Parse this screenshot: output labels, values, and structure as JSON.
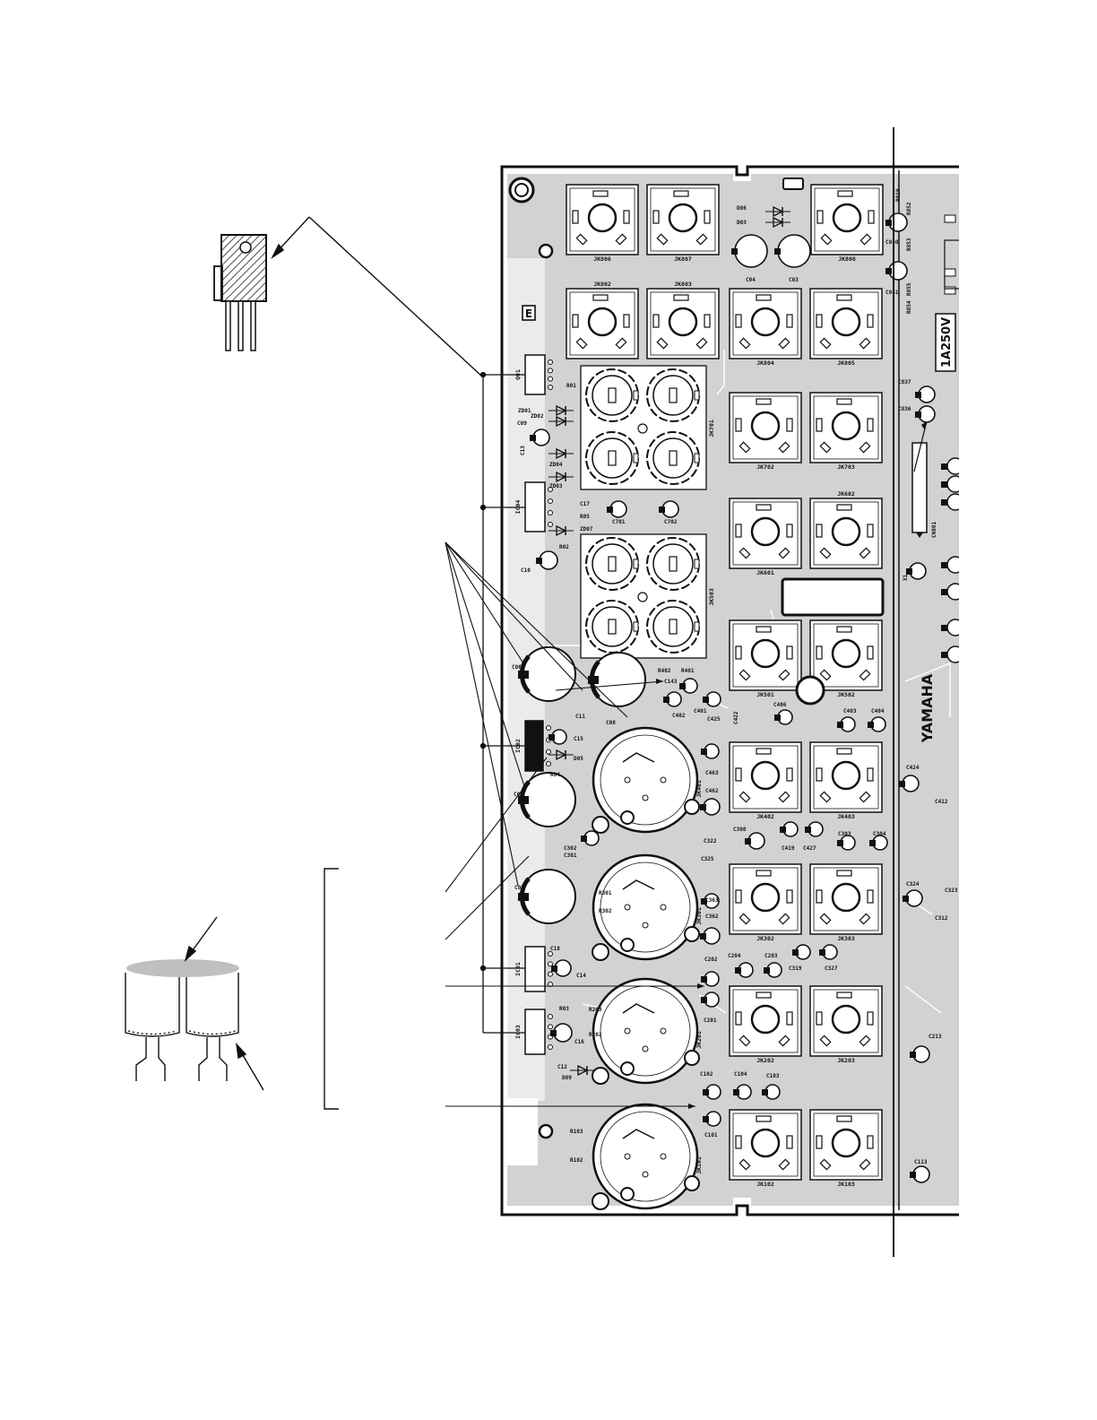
{
  "board": {
    "brand": "YAMAHA",
    "fuse_rating": "1A250V",
    "side_mark": "E"
  },
  "jacks_square": [
    {
      "ref": "JK806"
    },
    {
      "ref": "JK807"
    },
    {
      "ref": "JK808"
    },
    {
      "ref": "JK802"
    },
    {
      "ref": "JK803"
    },
    {
      "ref": "JK804"
    },
    {
      "ref": "JK805"
    },
    {
      "ref": "JK702"
    },
    {
      "ref": "JK703"
    },
    {
      "ref": "JK601"
    },
    {
      "ref": "JK602"
    },
    {
      "ref": "JK501"
    },
    {
      "ref": "JK502"
    },
    {
      "ref": "JK402"
    },
    {
      "ref": "JK403"
    },
    {
      "ref": "JK302"
    },
    {
      "ref": "JK303"
    },
    {
      "ref": "JK202"
    },
    {
      "ref": "JK203"
    },
    {
      "ref": "JK102"
    },
    {
      "ref": "JK103"
    }
  ],
  "jacks_quad": [
    {
      "ref": "JK701"
    },
    {
      "ref": "JK503"
    }
  ],
  "jacks_xlr": [
    {
      "ref": "JK401"
    },
    {
      "ref": "JK301"
    },
    {
      "ref": "JK201"
    },
    {
      "ref": "JK101"
    }
  ],
  "ics": [
    {
      "ref": "Q01"
    },
    {
      "ref": "IC04"
    },
    {
      "ref": "IC02"
    },
    {
      "ref": "IC01"
    },
    {
      "ref": "IC03"
    }
  ],
  "labels": [
    "D06",
    "D03",
    "C04",
    "C03",
    "C840",
    "C841",
    "R852",
    "R853",
    "R855",
    "R854",
    "R819",
    "C837",
    "C836",
    "CN801",
    "X1",
    "R01",
    "ZD01",
    "ZD02",
    "C09",
    "C13",
    "ZD04",
    "ZD03",
    "C17",
    "R05",
    "ZD07",
    "R02",
    "C10",
    "C701",
    "C702",
    "C06",
    "R402",
    "R401",
    "C143",
    "C401",
    "C402",
    "C08",
    "C11",
    "C425",
    "C422",
    "C406",
    "C403",
    "C404",
    "C15",
    "D05",
    "R04",
    "C463",
    "C462",
    "C424",
    "C412",
    "C05",
    "C308",
    "C419",
    "C427",
    "C303",
    "C304",
    "C302",
    "C301",
    "C322",
    "C325",
    "C07",
    "R301",
    "R302",
    "C363",
    "C362",
    "C324",
    "C323",
    "C312",
    "C18",
    "C14",
    "C202",
    "C204",
    "C203",
    "C319",
    "C327",
    "R03",
    "R203",
    "R202",
    "C201",
    "C16",
    "C12",
    "D09",
    "C213",
    "C102",
    "C104",
    "C103",
    "R103",
    "R102",
    "C101",
    "C113"
  ]
}
